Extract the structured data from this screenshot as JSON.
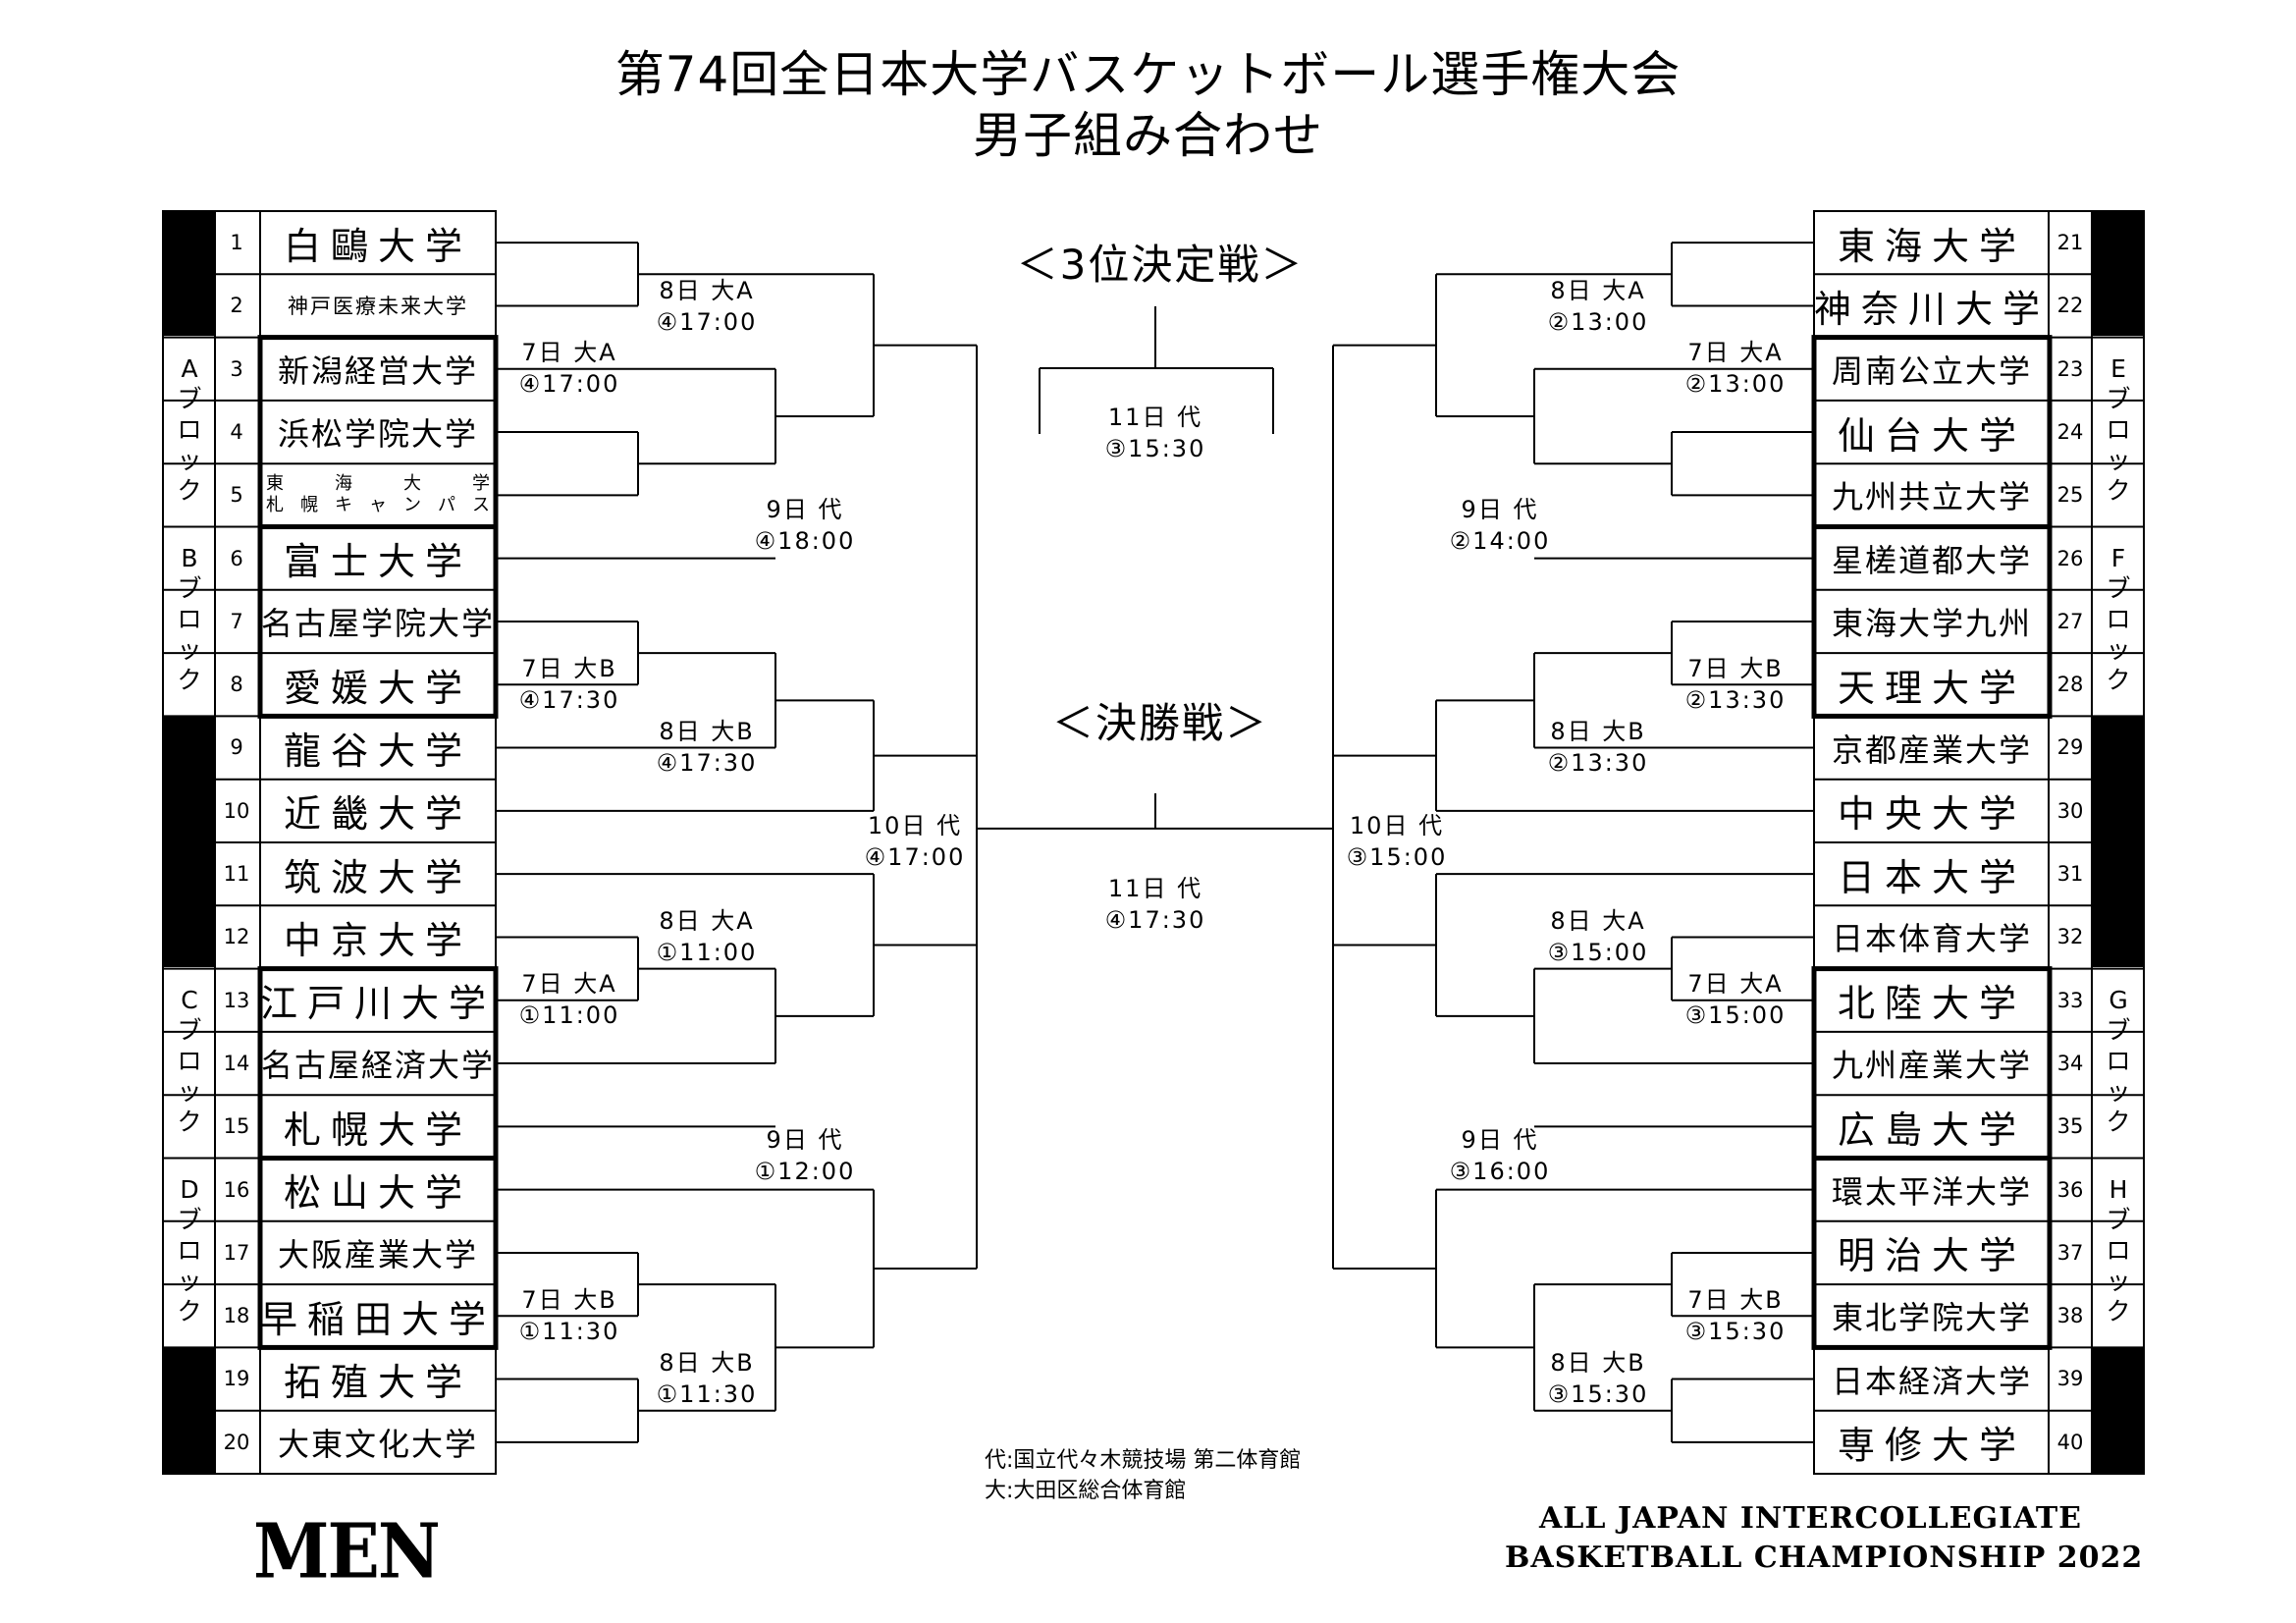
{
  "title": {
    "line1": "第74回全日本大学バスケットボール選手権大会",
    "line2": "男子組み合わせ"
  },
  "left_teams": [
    {
      "seed": "1",
      "name": "白鷗大学",
      "style": "big"
    },
    {
      "seed": "2",
      "name": "神戸医療未来大学",
      "style": "sm"
    },
    {
      "seed": "3",
      "name": "新潟経営大学",
      "style": "mid"
    },
    {
      "seed": "4",
      "name": "浜松学院大学",
      "style": "mid"
    },
    {
      "seed": "5",
      "name": "東海大学",
      "name2": "札幌キャンパス",
      "style": "two"
    },
    {
      "seed": "6",
      "name": "富士大学",
      "style": "big"
    },
    {
      "seed": "7",
      "name": "名古屋学院大学",
      "style": "mid"
    },
    {
      "seed": "8",
      "name": "愛媛大学",
      "style": "big"
    },
    {
      "seed": "9",
      "name": "龍谷大学",
      "style": "big"
    },
    {
      "seed": "10",
      "name": "近畿大学",
      "style": "big"
    },
    {
      "seed": "11",
      "name": "筑波大学",
      "style": "big"
    },
    {
      "seed": "12",
      "name": "中京大学",
      "style": "big"
    },
    {
      "seed": "13",
      "name": "江戸川大学",
      "style": "big"
    },
    {
      "seed": "14",
      "name": "名古屋経済大学",
      "style": "mid"
    },
    {
      "seed": "15",
      "name": "札幌大学",
      "style": "big"
    },
    {
      "seed": "16",
      "name": "松山大学",
      "style": "big"
    },
    {
      "seed": "17",
      "name": "大阪産業大学",
      "style": "mid"
    },
    {
      "seed": "18",
      "name": "早稲田大学",
      "style": "big"
    },
    {
      "seed": "19",
      "name": "拓殖大学",
      "style": "big"
    },
    {
      "seed": "20",
      "name": "大東文化大学",
      "style": "mid"
    }
  ],
  "right_teams": [
    {
      "seed": "21",
      "name": "東海大学",
      "style": "big"
    },
    {
      "seed": "22",
      "name": "神奈川大学",
      "style": "big"
    },
    {
      "seed": "23",
      "name": "周南公立大学",
      "style": "mid"
    },
    {
      "seed": "24",
      "name": "仙台大学",
      "style": "big"
    },
    {
      "seed": "25",
      "name": "九州共立大学",
      "style": "mid"
    },
    {
      "seed": "26",
      "name": "星槎道都大学",
      "style": "mid"
    },
    {
      "seed": "27",
      "name": "東海大学九州",
      "style": "mid"
    },
    {
      "seed": "28",
      "name": "天理大学",
      "style": "big"
    },
    {
      "seed": "29",
      "name": "京都産業大学",
      "style": "mid"
    },
    {
      "seed": "30",
      "name": "中央大学",
      "style": "big"
    },
    {
      "seed": "31",
      "name": "日本大学",
      "style": "big"
    },
    {
      "seed": "32",
      "name": "日本体育大学",
      "style": "mid"
    },
    {
      "seed": "33",
      "name": "北陸大学",
      "style": "big"
    },
    {
      "seed": "34",
      "name": "九州産業大学",
      "style": "mid"
    },
    {
      "seed": "35",
      "name": "広島大学",
      "style": "big"
    },
    {
      "seed": "36",
      "name": "環太平洋大学",
      "style": "mid"
    },
    {
      "seed": "37",
      "name": "明治大学",
      "style": "big"
    },
    {
      "seed": "38",
      "name": "東北学院大学",
      "style": "mid"
    },
    {
      "seed": "39",
      "name": "日本経済大学",
      "style": "mid"
    },
    {
      "seed": "40",
      "name": "専修大学",
      "style": "big"
    }
  ],
  "blocks": {
    "A": "Aブロック",
    "B": "Bブロック",
    "C": "Cブロック",
    "D": "Dブロック",
    "E": "Eブロック",
    "F": "Fブロック",
    "G": "Gブロック",
    "H": "Hブロック"
  },
  "matches": {
    "l_r1_a1": {
      "day": "7日 大A",
      "time": "④17:00"
    },
    "l_r2_a": {
      "day": "8日 大A",
      "time": "④17:00"
    },
    "l_r1_b1": {
      "day": "7日 大B",
      "time": "④17:30"
    },
    "l_r2_b": {
      "day": "8日 大B",
      "time": "④17:30"
    },
    "l_r3_1": {
      "day": "9日 代",
      "time": "④18:00"
    },
    "l_r1_a2": {
      "day": "7日 大A",
      "time": "①11:00"
    },
    "l_r2_a2": {
      "day": "8日 大A",
      "time": "①11:00"
    },
    "l_r1_b2": {
      "day": "7日 大B",
      "time": "①11:30"
    },
    "l_r2_b2": {
      "day": "8日 大B",
      "time": "①11:30"
    },
    "l_r3_2": {
      "day": "9日 代",
      "time": "①12:00"
    },
    "l_semi": {
      "day": "10日 代",
      "time": "④17:00"
    },
    "r_r2_a": {
      "day": "8日 大A",
      "time": "②13:00"
    },
    "r_r1_a1": {
      "day": "7日 大A",
      "time": "②13:00"
    },
    "r_r1_b1": {
      "day": "7日 大B",
      "time": "②13:30"
    },
    "r_r2_b": {
      "day": "8日 大B",
      "time": "②13:30"
    },
    "r_r3_1": {
      "day": "9日 代",
      "time": "②14:00"
    },
    "r_r2_a2": {
      "day": "8日 大A",
      "time": "③15:00"
    },
    "r_r1_a2": {
      "day": "7日 大A",
      "time": "③15:00"
    },
    "r_r1_b2": {
      "day": "7日 大B",
      "time": "③15:30"
    },
    "r_r2_b2": {
      "day": "8日 大B",
      "time": "③15:30"
    },
    "r_r3_2": {
      "day": "9日 代",
      "time": "③16:00"
    },
    "r_semi": {
      "day": "10日 代",
      "time": "③15:00"
    },
    "final": {
      "day": "11日 代",
      "time": "④17:30"
    },
    "third": {
      "day": "11日 代",
      "time": "③15:30"
    }
  },
  "sections": {
    "third_place": "＜3位決定戦＞",
    "final": "＜決勝戦＞"
  },
  "legend": {
    "yoyogi": "代:国立代々木競技場 第二体育館",
    "ota": "大:大田区総合体育館"
  },
  "footer": {
    "men": "MEN",
    "eng1": "ALL JAPAN INTERCOLLEGIATE",
    "eng2": "BASKETBALL CHAMPIONSHIP 2022"
  }
}
